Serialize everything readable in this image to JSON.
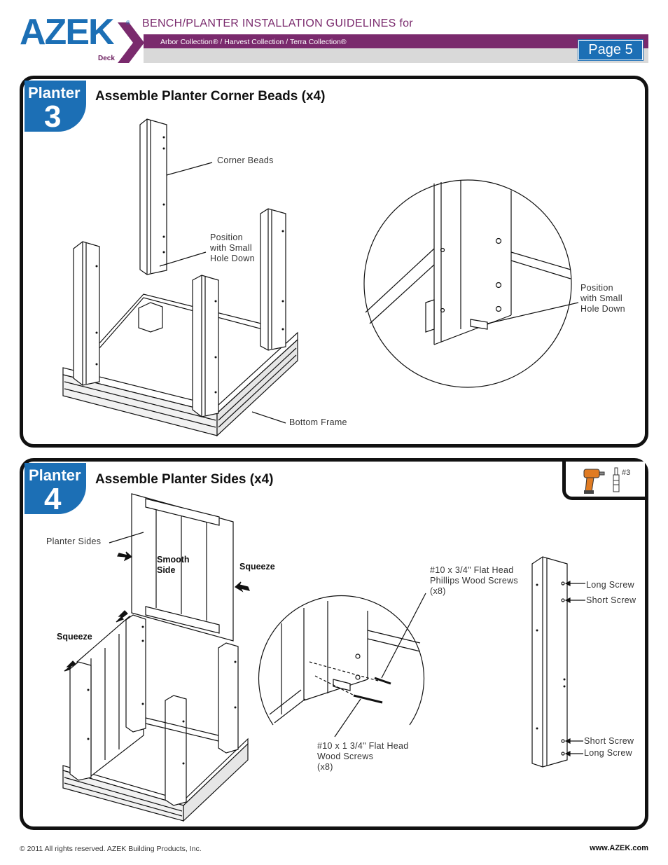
{
  "header": {
    "logo": "AZEK",
    "logo_sub": "Deck",
    "logo_reg": "®",
    "title": "BENCH/PLANTER INSTALLATION GUIDELINES for",
    "collections": "Arbor Collection® / Harvest Collection / Terra Collection®",
    "page_label": "Page 5"
  },
  "step3": {
    "word": "Planter",
    "number": "3",
    "title": "Assemble Planter Corner Beads (x4)",
    "callouts": {
      "corner_beads": "Corner Beads",
      "position_1": [
        "Position",
        "with Small",
        "Hole Down"
      ],
      "position_2": [
        "Position",
        "with Small",
        "Hole Down"
      ],
      "bottom_frame": "Bottom Frame"
    }
  },
  "step4": {
    "word": "Planter",
    "number": "4",
    "title": "Assemble Planter Sides (x4)",
    "tool_bit": "#3",
    "callouts": {
      "planter_sides": "Planter Sides",
      "smooth_side": [
        "Smooth",
        "Side"
      ],
      "squeeze_right": "Squeeze",
      "squeeze_left": "Squeeze",
      "screws_top": [
        "#10 x 3/4\" Flat Head",
        "Phillips Wood Screws",
        "(x8)"
      ],
      "screws_bottom": [
        "#10 x 1 3/4\" Flat Head",
        "Wood Screws",
        "(x8)"
      ],
      "long_screw_top": "Long Screw",
      "short_screw_top": "Short Screw",
      "short_screw_bottom": "Short Screw",
      "long_screw_bottom": "Long Screw"
    }
  },
  "footer": {
    "copyright": "© 2011  All rights reserved.  AZEK Building Products, Inc.",
    "website": "www.AZEK.com"
  },
  "colors": {
    "brand_blue": "#1c6fb5",
    "brand_purple": "#7a2a6d",
    "band_grey": "#d9d9d9"
  }
}
